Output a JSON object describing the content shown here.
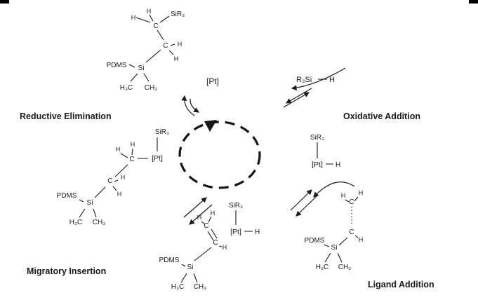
{
  "figure": {
    "background": "#ffffff",
    "ink": "#1a1a1a",
    "description_type": "catalytic-cycle-diagram"
  },
  "stages": {
    "reductive_elimination": "Reductive Elimination",
    "oxidative_addition": "Oxidative Addition",
    "migratory_insertion": "Migratory Insertion",
    "ligand_addition": "Ligand Addition"
  },
  "cycle": {
    "catalyst": "[Pt]",
    "silane_reagent": "R₃Si",
    "silane_hydride": "H"
  },
  "atoms": {
    "H": "H",
    "C": "C",
    "Si": "Si",
    "Pt": "[Pt]",
    "PDMS": "PDMS",
    "SiR3": "SiR₃",
    "H3C": "H₃C",
    "CH3": "CH₃"
  }
}
